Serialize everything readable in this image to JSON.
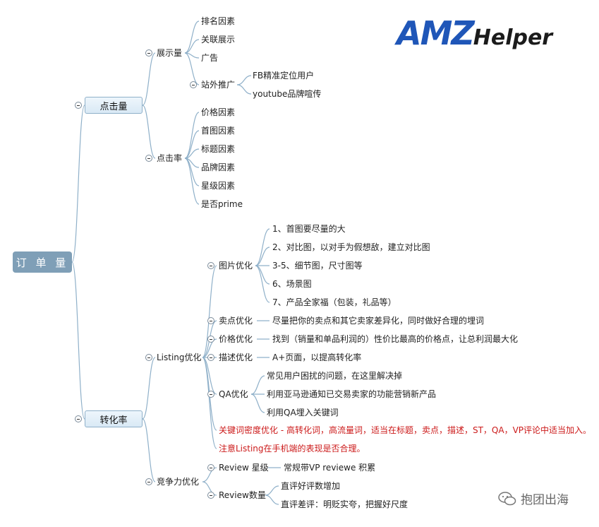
{
  "logo": {
    "part1": "AMZ",
    "part2": "Helper"
  },
  "watermark": {
    "text": "抱团出海",
    "icon": "wechat-icon"
  },
  "root": {
    "label": "订 单 量"
  },
  "l1": {
    "clicks": "点击量",
    "conversion": "转化率"
  },
  "exposure": {
    "label": "展示量",
    "items": [
      "排名因素",
      "关联展示",
      "广告"
    ],
    "offsite": {
      "label": "站外推广",
      "items": [
        "FB精准定位用户",
        "youtube品牌喧传"
      ]
    }
  },
  "ctr": {
    "label": "点击率",
    "items": [
      "价格因素",
      "首图因素",
      "标题因素",
      "品牌因素",
      "星级因素",
      "是否prime"
    ]
  },
  "listing": {
    "label": "Listing优化",
    "image": {
      "label": "图片优化",
      "items": [
        "1、首图要尽量的大",
        "2、对比图，以对手为假想敌，建立对比图",
        "3-5、细节图，尺寸图等",
        "6、场景图",
        "7、产品全家福（包装，礼品等）"
      ]
    },
    "selling": {
      "label": "卖点优化",
      "text": "尽量把你的卖点和其它卖家差异化，同时做好合理的埋词"
    },
    "price": {
      "label": "价格优化",
      "text": "找到（销量和单品利润的）性价比最高的价格点，让总利润最大化"
    },
    "desc": {
      "label": "描述优化",
      "text": "A+页面，以提高转化率"
    },
    "qa": {
      "label": "QA优化",
      "items": [
        "常见用户困扰的问题，在这里解决掉",
        "利用亚马逊通知已交易卖家的功能营销新产品",
        "利用QA埋入关键词"
      ]
    },
    "keyword_note": "关键词密度优化 - 高转化词，高流量词，适当在标题，卖点，描述，ST，QA，VP评论中适当加入。",
    "mobile_note": "注意Listing在手机端的表现是否合理。"
  },
  "compete": {
    "label": "竞争力优化",
    "stars": {
      "label": "Review 星级",
      "text": "常规带VP reviewe 积累"
    },
    "count": {
      "label": "Review数量",
      "items": [
        "直评好评数增加",
        "直评差评：明贬实夸，把握好尺度"
      ]
    }
  }
}
